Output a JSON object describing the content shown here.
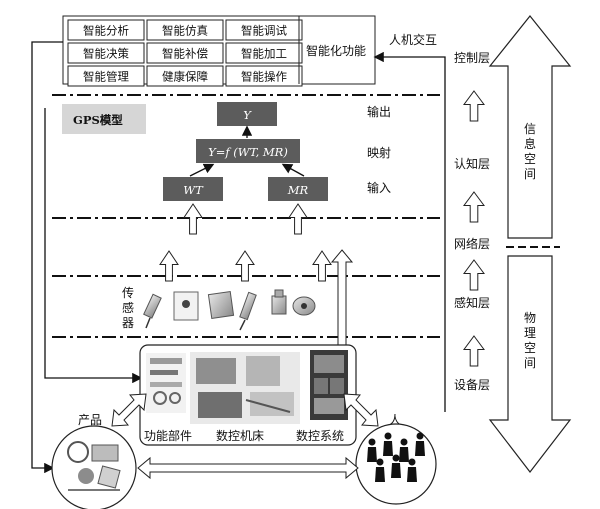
{
  "functions": {
    "grid": [
      [
        "智能分析",
        "智能仿真",
        "智能调试"
      ],
      [
        "智能决策",
        "智能补偿",
        "智能加工"
      ],
      [
        "智能管理",
        "健康保障",
        "智能操作"
      ]
    ],
    "title": "智能化功能"
  },
  "hci_label": "人机交互",
  "gps_label": "GPS模型",
  "model": {
    "output": "Y",
    "mapping": "Y=f (WT, MR)",
    "inputs": [
      "WT",
      "MR"
    ]
  },
  "row_labels": {
    "output": "输出",
    "mapping": "映射",
    "input": "输入"
  },
  "layers": [
    "控制层",
    "认知层",
    "网络层",
    "感知层",
    "设备层"
  ],
  "space_labels": {
    "info": "信息空间",
    "physical": "物理空间"
  },
  "sensor_label": "传感器",
  "equipment_labels": [
    "功能部件",
    "数控机床",
    "数控系统"
  ],
  "product_label": "产品",
  "person_label": "人"
}
